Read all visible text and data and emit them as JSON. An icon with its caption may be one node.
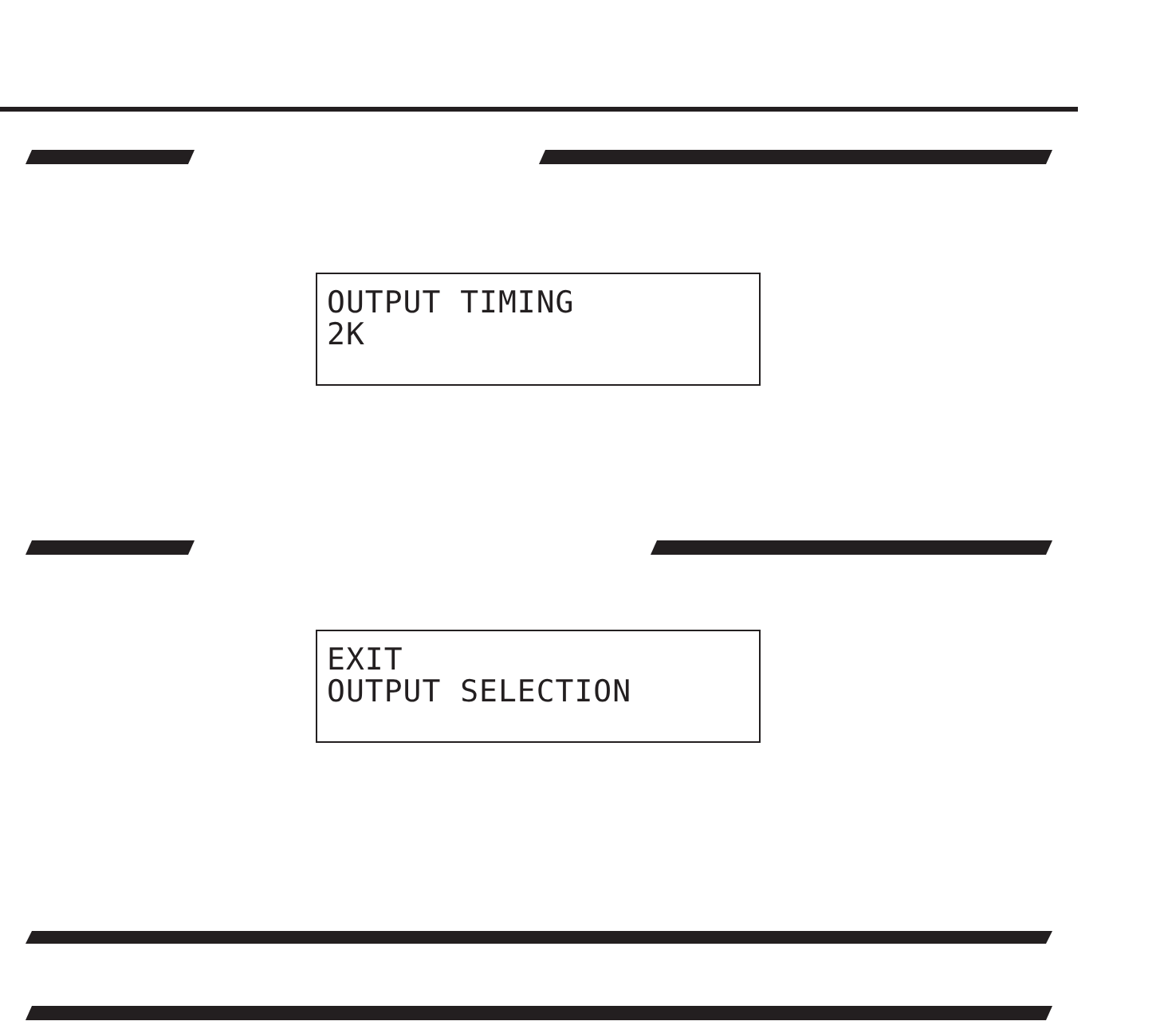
{
  "diagram": {
    "nodes": [
      {
        "text": [
          "OUTPUT TIMING",
          "2K"
        ]
      },
      {
        "text": [
          "EXIT",
          "OUTPUT SELECTION"
        ]
      }
    ]
  }
}
